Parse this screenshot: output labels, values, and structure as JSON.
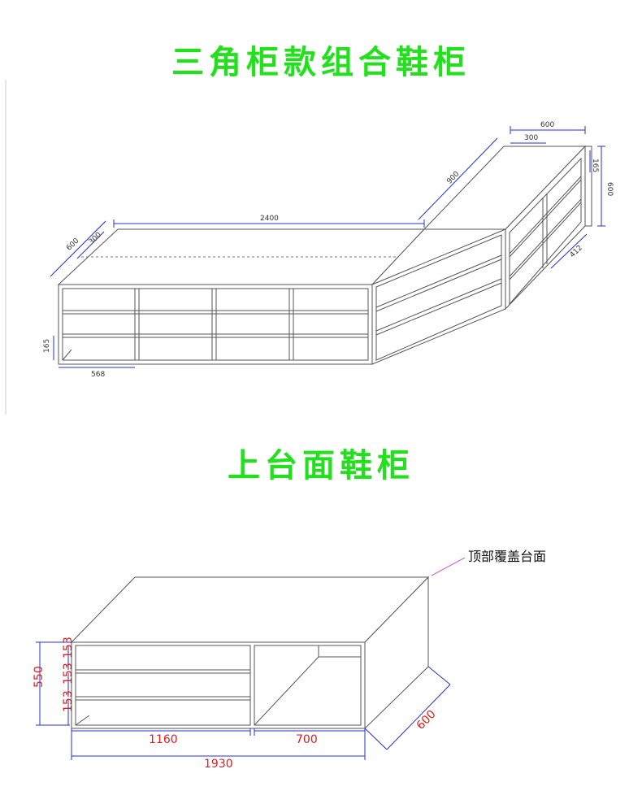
{
  "title_top": "三角柜款组合鞋柜",
  "title_bottom": "上台面鞋柜",
  "diagram1": {
    "dims": {
      "d2400": "2400",
      "d900": "900",
      "d600_top": "600",
      "d300_top": "300",
      "d600_left": "600",
      "d300_left": "300",
      "d165_right": "165",
      "d600_right": "600",
      "d412": "412",
      "d165_left": "165",
      "d568": "568"
    }
  },
  "diagram2": {
    "annotation": "顶部覆盖台面",
    "dims": {
      "h550": "550",
      "h153a": "153",
      "h153b": "153",
      "h153c": "153",
      "w1160": "1160",
      "w700": "700",
      "w1930": "1930",
      "d600": "600"
    }
  },
  "colors": {
    "title": "#22e01c",
    "dimension_line": "#2030d8",
    "dimension_text_red": "#d81e1e"
  }
}
